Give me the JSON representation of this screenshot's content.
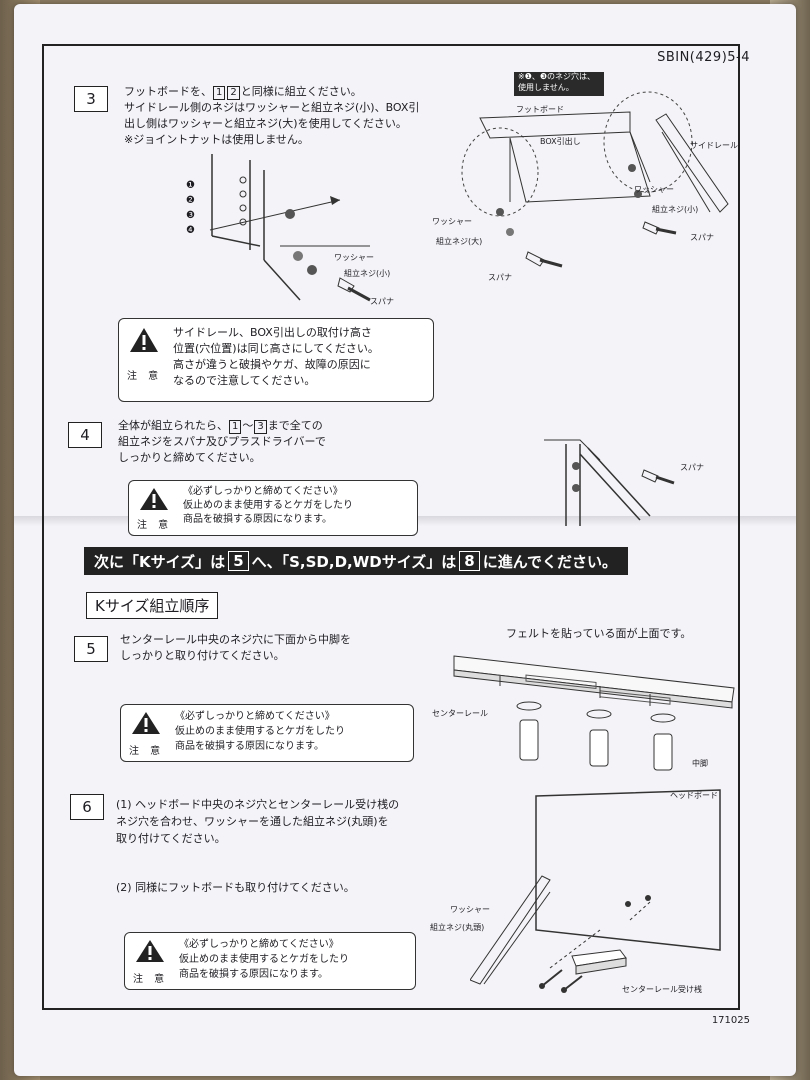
{
  "doc": {
    "code": "SBIN(429)5-4",
    "footer_code": "171025"
  },
  "step3": {
    "num": "3",
    "text_a": "フットボードを、",
    "ref1": "1",
    "ref2": "2",
    "text_b": "と同様に組立ください。",
    "text_c": "サイドレール側のネジはワッシャーと組立ネジ(小)、BOX引\n出し側はワッシャーと組立ネジ(大)を使用してください。\n※ジョイントナットは使用しません。",
    "labels": {
      "note": "※❶、❸のネジ穴は、\n使用しません。",
      "footboard": "フットボード",
      "box_drawer": "BOX引出し",
      "side_rail": "サイドレール",
      "washer": "ワッシャー",
      "screw_small": "組立ネジ(小)",
      "screw_large": "組立ネジ(大)",
      "spanner": "スパナ",
      "holes": [
        "❶",
        "❷",
        "❸",
        "❹"
      ]
    },
    "caution": {
      "label": "注 意",
      "text": "サイドレール、BOX引出しの取付け高さ\n位置(穴位置)は同じ高さにしてください。\n高さが違うと破損やケガ、故障の原因に\nなるので注意してください。"
    }
  },
  "step4": {
    "num": "4",
    "text_a": "全体が組立られたら、",
    "ref1": "1",
    "tilde": "～",
    "ref3": "3",
    "text_b": "まで全ての\n組立ネジをスパナ及びプラスドライバーで\nしっかりと締めてください。",
    "spanner": "スパナ",
    "caution": {
      "label": "注 意",
      "text": "《必ずしっかりと締めてください》\n仮止めのまま使用するとケガをしたり\n商品を破損する原因になります。"
    }
  },
  "banner": {
    "p1": "次に「Kサイズ」は",
    "b1": "5",
    "p2": "へ、「S,SD,D,WDサイズ」は",
    "b2": "8",
    "p3": "に進んでください。"
  },
  "section_title": "Kサイズ組立順序",
  "step5": {
    "num": "5",
    "text": "センターレール中央のネジ穴に下面から中脚を\nしっかりと取り付けてください。",
    "felt_note": "フェルトを貼っている面が上面です。",
    "center_rail": "センターレール",
    "middle_leg": "中脚",
    "caution": {
      "label": "注 意",
      "text": "《必ずしっかりと締めてください》\n仮止めのまま使用するとケガをしたり\n商品を破損する原因になります。"
    }
  },
  "step6": {
    "num": "6",
    "text1": "(1) ヘッドボード中央のネジ穴とセンターレール受け桟の\n     ネジ穴を合わせ、ワッシャーを通した組立ネジ(丸頭)を\n     取り付けてください。",
    "text2": "(2) 同様にフットボードも取り付けてください。",
    "headboard": "ヘッドボード",
    "washer": "ワッシャー",
    "screw_round": "組立ネジ(丸頭)",
    "rail_receiver": "センターレール受け桟",
    "caution": {
      "label": "注 意",
      "text": "《必ずしっかりと締めてください》\n仮止めのまま使用するとケガをしたり\n商品を破損する原因になります。"
    }
  }
}
